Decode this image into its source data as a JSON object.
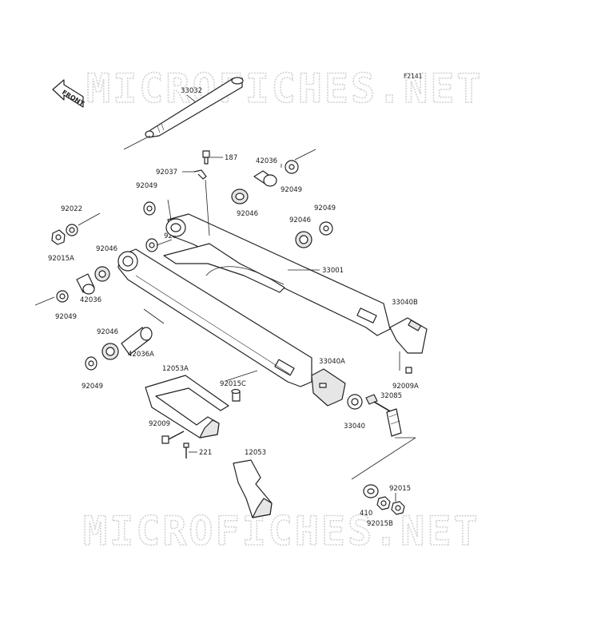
{
  "figure_code": "F2141",
  "front_label": "FRONT",
  "watermark": [
    "MICROFICHES.NET",
    "MICROFICHES.NET"
  ],
  "parts": {
    "p33032": "33032",
    "p187": "187",
    "p92037": "92037",
    "p42036_top": "42036",
    "p92049_top_right": "92049",
    "p92046_top": "92046",
    "p92049_upper_left": "92049",
    "p92022": "92022",
    "p92049_mid_left": "92049",
    "p92046_right": "92046",
    "p92049_right": "92049",
    "p92015A": "92015A",
    "p92046_left": "92046",
    "p33001": "33001",
    "p42036_left": "42036",
    "p92049_left": "92049",
    "p33040B": "33040B",
    "p92046_lower": "92046",
    "p42036A": "42036A",
    "p92049_lower": "92049",
    "p12053A": "12053A",
    "p33040A": "33040A",
    "p92015C": "92015C",
    "p92009A": "92009A",
    "p32085": "32085",
    "p33040": "33040",
    "p92009": "92009",
    "p221": "221",
    "p12053": "12053",
    "p92015": "92015",
    "p410": "410",
    "p92015B": "92015B"
  }
}
